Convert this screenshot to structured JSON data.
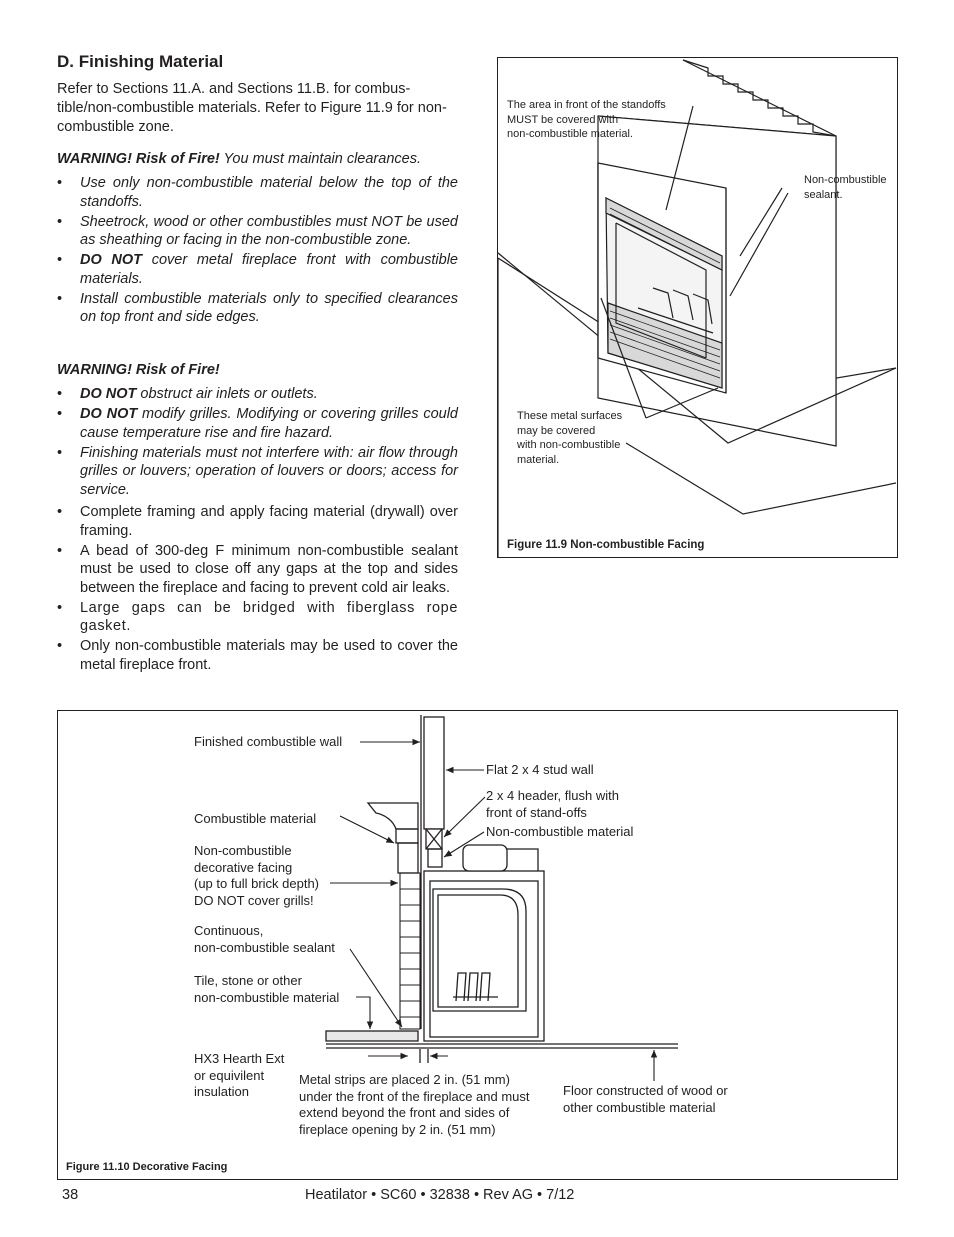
{
  "section": {
    "heading": "D. Finishing Material",
    "intro": "Refer to Sections 11.A. and Sections 11.B. for combus-tible/non-combustible materials. Refer to Figure 11.9 for non-combustible zone."
  },
  "warning1": {
    "title": "WARNING! Risk of Fire!",
    "text": "You must maintain clearances.",
    "items": [
      {
        "bold": "",
        "text": "Use only non-combustible material below the top of the standoffs."
      },
      {
        "bold": "",
        "text": "Sheetrock, wood or other combustibles must NOT be used as sheathing or facing in the non-combustible zone."
      },
      {
        "bold": "DO NOT",
        "text": " cover metal fireplace front with combustible materials."
      },
      {
        "bold": "",
        "text": "Install combustible materials only to specified clearances on top front and side edges."
      }
    ]
  },
  "warning2": {
    "title": "WARNING! Risk of Fire!",
    "items": [
      {
        "bold": "DO NOT",
        "text": " obstruct air inlets or outlets."
      },
      {
        "bold": "DO NOT",
        "text": " modify grilles. Modifying or covering grilles could cause temperature rise and fire hazard."
      },
      {
        "bold": "",
        "text": "Finishing materials must not interfere with: air flow through grilles or louvers; operation of louvers or doors; access for service."
      }
    ]
  },
  "steps": [
    "Complete framing and apply facing material (drywall) over framing.",
    "A bead of 300-deg F minimum non-combustible sealant must be used to close off any gaps at the top and sides between the fireplace and facing to prevent cold air leaks.",
    "Large gaps can be bridged with fiberglass rope gasket.",
    "Only non-combustible materials may be used to cover the metal fireplace front."
  ],
  "figure_11_9": {
    "caption": "Figure 11.9   Non-combustible Facing",
    "label_standoffs": [
      "The area in front of the standoffs",
      "MUST be covered with",
      "non-combustible material."
    ],
    "label_sealant": [
      "Non-combustible",
      "sealant."
    ],
    "label_metal": [
      "These metal surfaces",
      "may be covered",
      "with non-combustible",
      "material."
    ]
  },
  "figure_11_10": {
    "caption": "Figure 11.10 Decorative Facing",
    "label_finished_wall": "Finished combustible wall",
    "label_combustible": "Combustible material",
    "label_decorative": [
      "Non-combustible",
      "decorative facing",
      "(up to full brick depth)",
      "DO NOT cover grills!"
    ],
    "label_sealant": [
      "Continuous,",
      "non-combustible sealant"
    ],
    "label_tile": [
      "Tile, stone or other",
      "non-combustible material"
    ],
    "label_hearth": [
      "HX3 Hearth Ext",
      "or equivilent",
      "insulation"
    ],
    "label_stud": "Flat 2 x 4 stud wall",
    "label_header": [
      "2 x 4 header, flush with",
      "front of stand-offs"
    ],
    "label_noncomb": "Non-combustible material",
    "label_strips": [
      "Metal strips are placed 2 in. (51 mm)",
      "under the front of the fireplace and must",
      "extend beyond the front and sides of",
      "fireplace opening by 2 in. (51 mm)"
    ],
    "label_floor": [
      "Floor constructed of wood or",
      "other combustible material"
    ]
  },
  "footer": {
    "page": "38",
    "doc": "Heatilator • SC60 • 32838 • Rev AG • 7/12"
  }
}
